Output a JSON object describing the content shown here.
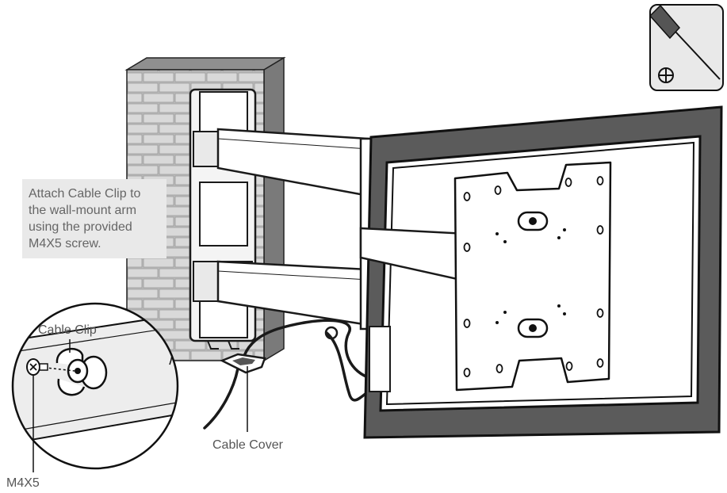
{
  "instruction": {
    "lines": [
      "Attach Cable Clip to",
      "the wall-mount arm",
      "using the provided",
      "M4X5 screw."
    ]
  },
  "labels": {
    "cable_clip": "Cable Clip",
    "cable_cover": "Cable Cover",
    "screw": "M4X5"
  },
  "tool": {
    "icon": "phillips-screwdriver-icon"
  },
  "colors": {
    "tv_frame": "#5b5b5b",
    "wall": "#bdbdbd",
    "callout_bg": "#e9e9e9",
    "line": "#1a1a1a"
  }
}
